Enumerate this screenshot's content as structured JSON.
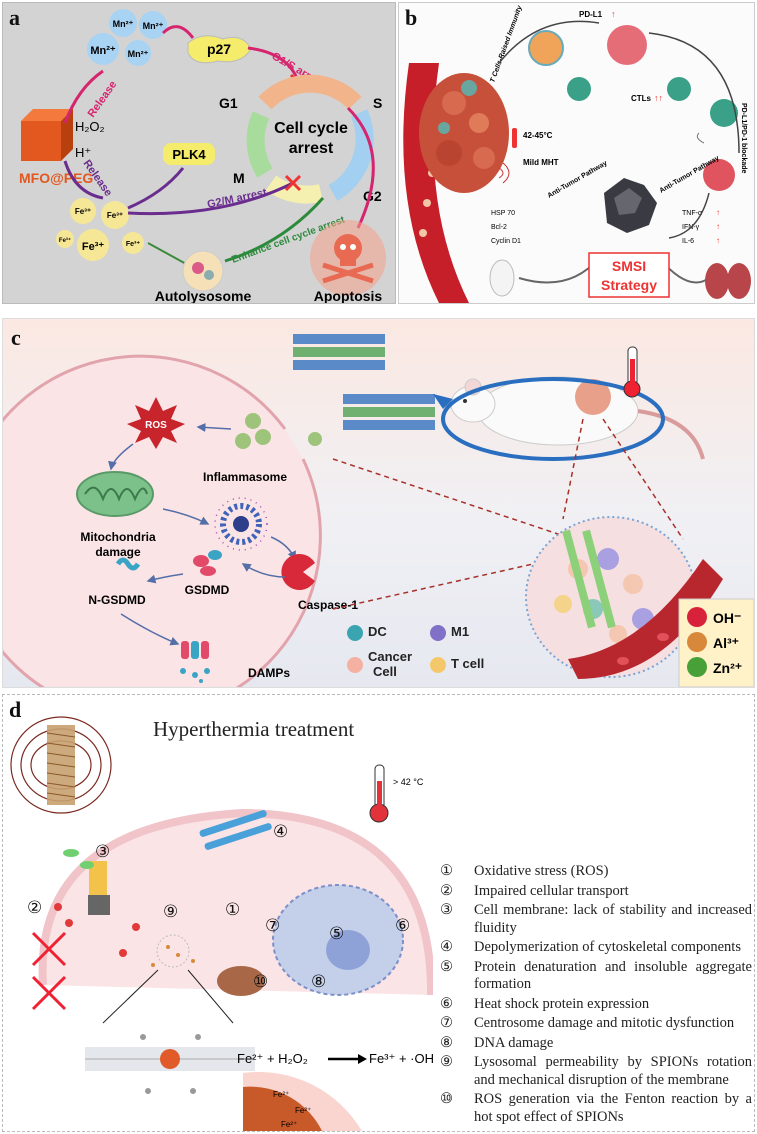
{
  "panels": {
    "a": {
      "label": "a",
      "ions": [
        "Mn²⁺",
        "Mn²⁺",
        "Mn²⁺",
        "Mn²⁺",
        "Fe³⁺",
        "Fe³⁺",
        "Fe³⁺",
        "Fe³⁺",
        "Fe³⁺"
      ],
      "p27": "p27",
      "g1s_arrest": "G1/S arrest",
      "s": "S",
      "g1": "G1",
      "g2": "G2",
      "m": "M",
      "cell_cycle_arrest_1": "Cell cycle",
      "cell_cycle_arrest_2": "arrest",
      "h2o2": "H₂O₂",
      "hplus": "H⁺",
      "release1": "Release",
      "release2": "Release",
      "mfo": "MFO@PEG",
      "plk4": "PLK4",
      "g2m_arrest": "G2/M arrest",
      "enhance": "Enhance cell cycle arrest",
      "autolysosome": "Autolysosome",
      "apoptosis": "Apoptosis"
    },
    "b": {
      "label": "b",
      "pdl1": "PD-L1",
      "tcells": "T Cells-Raised Immunity",
      "temp": "42-45°C",
      "mild": "Mild MHT",
      "ctls": "CTLs",
      "blockade": "PD-L1/PD-1 blockade",
      "anti_left": "Anti-Tumor Pathway",
      "anti_right": "Anti-Tumor Pathway",
      "hsp": "HSP 70",
      "bcl": "Bcl-2",
      "cyclin": "Cyclin D1",
      "tnf": "TNF-α",
      "ifn": "IFN-γ",
      "il6": "IL-6",
      "smsi1": "SMSI",
      "smsi2": "Strategy"
    },
    "c": {
      "label": "c",
      "ros": "ROS",
      "inflammasome": "Inflammasome",
      "mito1": "Mitochondria",
      "mito2": "damage",
      "gsdmd": "GSDMD",
      "ngsdmd": "N-GSDMD",
      "caspase": "Caspase-1",
      "damps": "DAMPs",
      "legend_dc": "DC",
      "legend_m1": "M1",
      "legend_cancer1": "Cancer",
      "legend_cancer2": "Cell",
      "legend_tcell": "T cell",
      "ion_oh": "OH⁻",
      "ion_al": "Al³⁺",
      "ion_zn": "Zn²⁺",
      "colors": {
        "oh": "#d8213a",
        "al": "#d8883a",
        "zn": "#48a038"
      }
    },
    "d": {
      "label": "d",
      "title": "Hyperthermia treatment",
      "temp": "> 42 °C",
      "fenton": "Fe²⁺ + H₂O₂",
      "fenton_product": "Fe³⁺ + ·OH⁻",
      "fe": "Fe²⁺",
      "markers": [
        "①",
        "②",
        "③",
        "④",
        "⑤",
        "⑥",
        "⑦",
        "⑧",
        "⑨",
        "⑩"
      ],
      "items": [
        {
          "num": "①",
          "text": "Oxidative stress (ROS)"
        },
        {
          "num": "②",
          "text": "Impaired cellular transport"
        },
        {
          "num": "③",
          "text": "Cell membrane: lack of stability and increased fluidity"
        },
        {
          "num": "④",
          "text": "Depolymerization of cytoskeletal components"
        },
        {
          "num": "⑤",
          "text": "Protein denaturation and insoluble aggregate formation"
        },
        {
          "num": "⑥",
          "text": "Heat shock protein expression"
        },
        {
          "num": "⑦",
          "text": "Centrosome damage and mitotic dysfunction"
        },
        {
          "num": "⑧",
          "text": "DNA damage"
        },
        {
          "num": "⑨",
          "text": "Lysosomal permeability by SPIONs rotation and mechanical disruption of the membrane"
        },
        {
          "num": "⑩",
          "text": "ROS generation via the Fenton reaction by a hot spot effect of SPIONs"
        }
      ]
    }
  }
}
